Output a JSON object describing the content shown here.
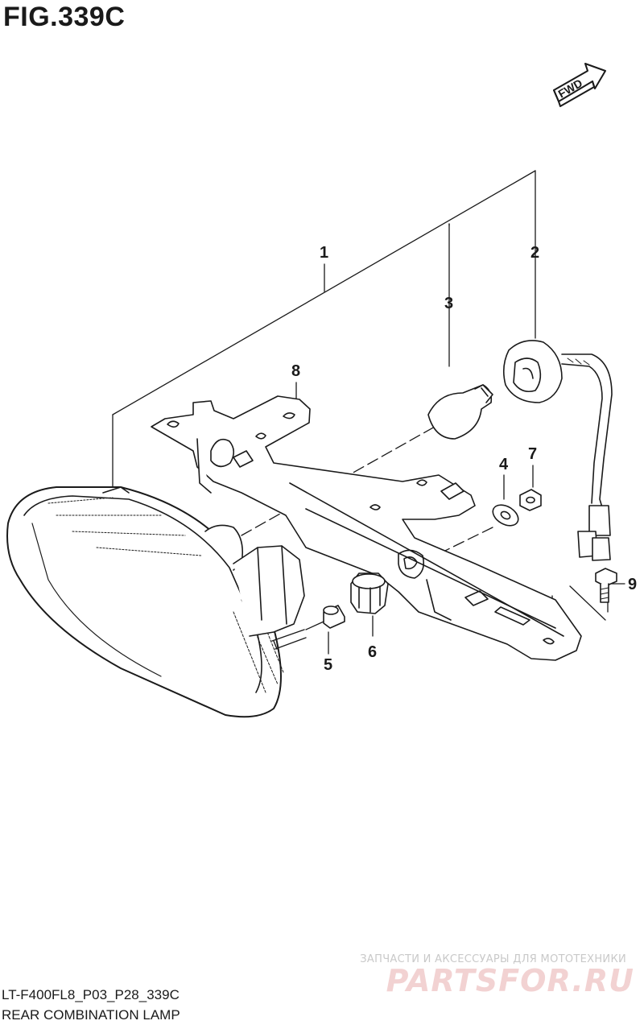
{
  "figure": {
    "title": "FIG.339C"
  },
  "direction_marker": {
    "label": "FWD",
    "icon": "forward-arrow-icon"
  },
  "callouts": [
    {
      "number": "1",
      "part": "rear-combination-lamp-assy"
    },
    {
      "number": "2",
      "part": "socket-harness"
    },
    {
      "number": "3",
      "part": "bulb"
    },
    {
      "number": "4",
      "part": "washer"
    },
    {
      "number": "5",
      "part": "spacer"
    },
    {
      "number": "6",
      "part": "nut"
    },
    {
      "number": "7",
      "part": "nut"
    },
    {
      "number": "8",
      "part": "bracket"
    },
    {
      "number": "9",
      "part": "bolt"
    }
  ],
  "footer": {
    "code": "LT-F400FL8_P03_P28_339C",
    "caption": "REAR COMBINATION LAMP"
  },
  "watermark": {
    "tagline": "ЗАПЧАСТИ И АКСЕССУАРЫ ДЛЯ МОТОТЕХНИКИ",
    "brand": "PARTSFOR.RU"
  }
}
